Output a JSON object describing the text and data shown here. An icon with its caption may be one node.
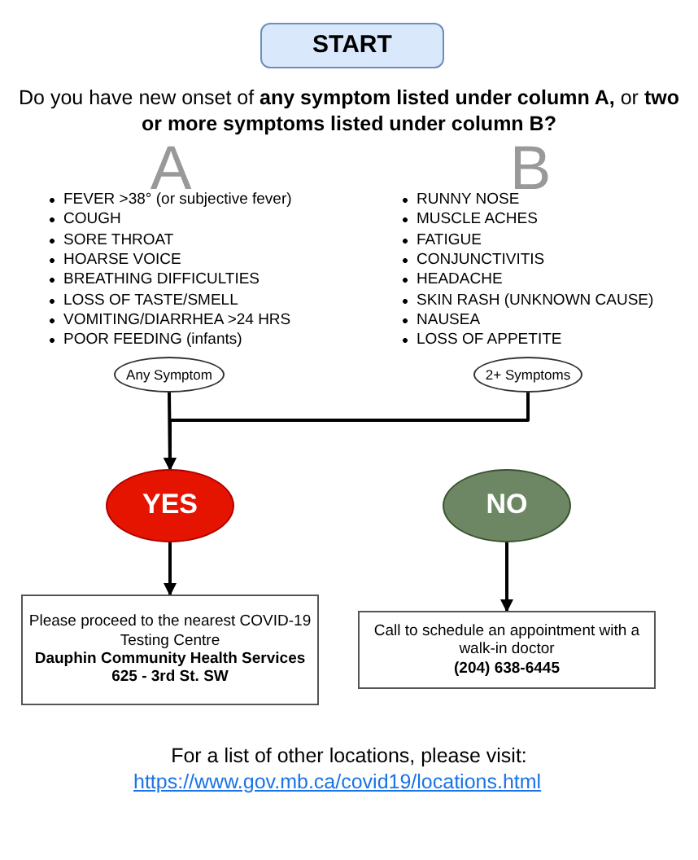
{
  "diagram": {
    "nodes": [
      {
        "text": [
          "START"
        ]
      },
      {
        "text": [
          "Any Symptom"
        ]
      },
      {
        "text": [
          "2+ Symptoms"
        ]
      },
      {
        "text": [
          "YES"
        ]
      },
      {
        "text": [
          "NO"
        ]
      },
      {
        "text": [
          "Please proceed to the nearest COVID-19 Testing Centre",
          "Dauphin Community Health Services",
          "625 - 3rd St. SW"
        ]
      },
      {
        "text": [
          "Call to schedule an appointment with a walk-in doctor",
          "(204) 638-6445"
        ]
      }
    ],
    "edges": [
      {
        "from": 1,
        "to": 3,
        "arrow": "to"
      },
      {
        "from": 2,
        "to": 3,
        "arrow": "to"
      },
      {
        "from": 3,
        "to": 5,
        "arrow": "to"
      },
      {
        "from": 4,
        "to": 6,
        "arrow": "to"
      }
    ],
    "labels": [
      "Do you have new onset of **any symptom listed under column A,** or **two or more symptoms listed under column B?**",
      "A",
      "FEVER >38° (or subjective fever)",
      "COUGH",
      "SORE THROAT",
      "HOARSE VOICE",
      "BREATHING DIFFICULTIES",
      "LOSS OF TASTE/SMELL",
      "VOMITING/DIARRHEA >24 HRS",
      "POOR FEEDING (infants)",
      "B",
      "RUNNY NOSE",
      "MUSCLE ACHES",
      "FATIGUE",
      "CONJUNCTIVITIS",
      "HEADACHE",
      "SKIN RASH (UNKNOWN CAUSE)",
      "NAUSEA",
      "LOSS OF APPETITE",
      "For a list of other locations, please visit:",
      "https://www.gov.mb.ca/covid19/locations.html"
    ]
  }
}
